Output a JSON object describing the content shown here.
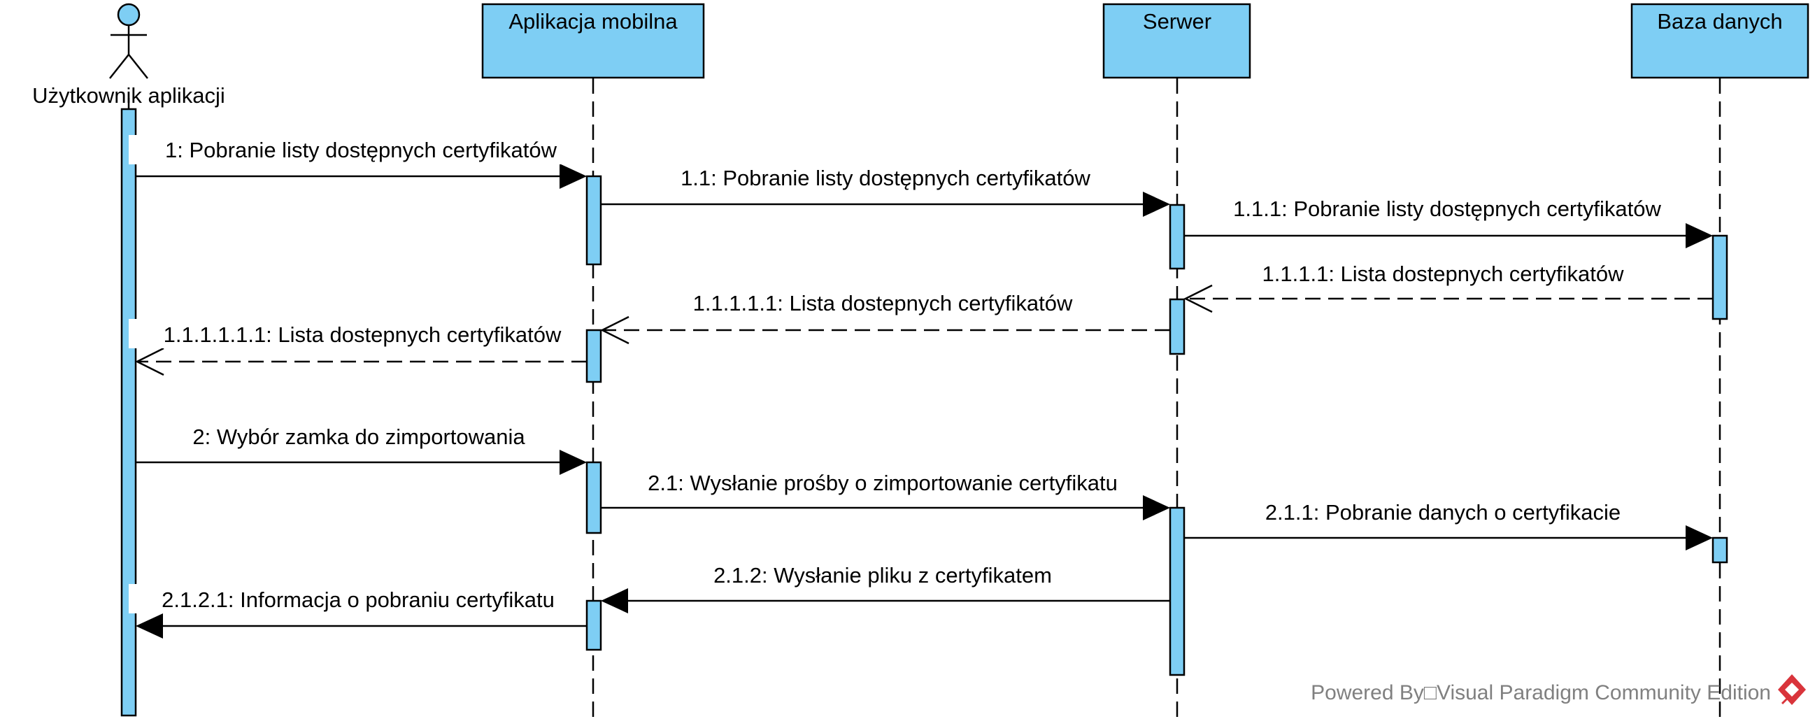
{
  "diagram": {
    "actor": {
      "label": "Użytkownik aplikacji"
    },
    "lifelines": [
      {
        "label": "Aplikacja mobilna"
      },
      {
        "label": "Serwer"
      },
      {
        "label": "Baza danych"
      }
    ],
    "messages": [
      {
        "label": "1: Pobranie listy dostępnych certyfikatów",
        "kind": "sync"
      },
      {
        "label": "1.1: Pobranie listy dostępnych certyfikatów",
        "kind": "sync"
      },
      {
        "label": "1.1.1: Pobranie listy dostępnych certyfikatów",
        "kind": "sync"
      },
      {
        "label": "1.1.1.1: Lista dostepnych certyfikatów",
        "kind": "return"
      },
      {
        "label": "1.1.1.1.1: Lista dostepnych certyfikatów",
        "kind": "return"
      },
      {
        "label": "1.1.1.1.1.1: Lista dostepnych certyfikatów",
        "kind": "return"
      },
      {
        "label": "2: Wybór zamka do zimportowania",
        "kind": "sync"
      },
      {
        "label": "2.1: Wysłanie prośby o zimportowanie certyfikatu",
        "kind": "sync"
      },
      {
        "label": "2.1.1: Pobranie danych o certyfikacie",
        "kind": "sync"
      },
      {
        "label": "2.1.2: Wysłanie pliku z certyfikatem",
        "kind": "sync"
      },
      {
        "label": "2.1.2.1: Informacja o pobraniu certyfikatu",
        "kind": "sync"
      }
    ],
    "watermark": "Powered By□Visual Paradigm Community Edition",
    "colors": {
      "fill": "#7ecef4",
      "line": "#000000",
      "watermark": "#808080",
      "logo": "#d9343b"
    }
  }
}
